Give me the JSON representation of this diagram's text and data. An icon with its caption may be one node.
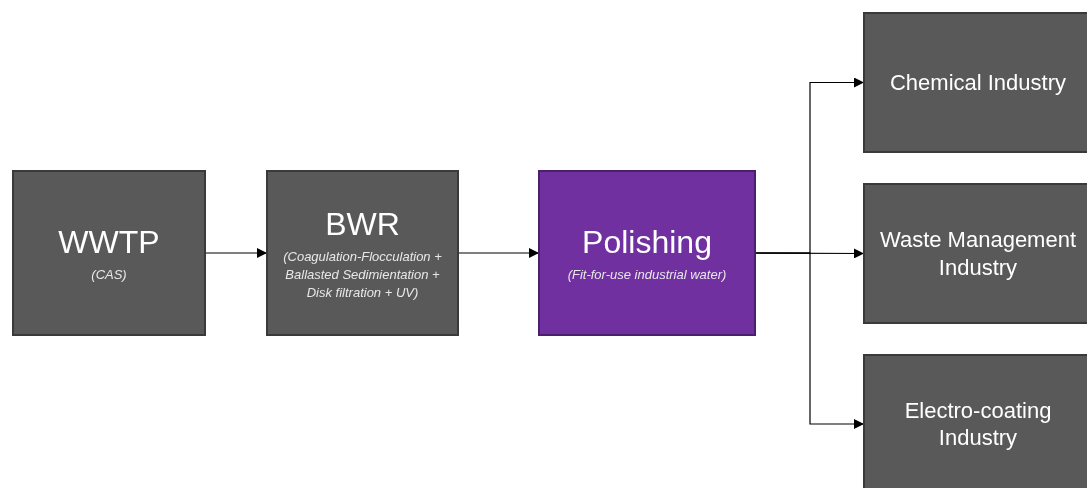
{
  "diagram": {
    "nodes": [
      {
        "text": [
          "WWTP",
          "(CAS)"
        ]
      },
      {
        "text": [
          "BWR",
          "(Coagulation-Flocculation + Ballasted Sedimientation + Disk filtration + UV)"
        ]
      },
      {
        "text": [
          "Polishing",
          "(Fit-for-use industrial water)"
        ]
      },
      {
        "text": [
          "Chemical Industry"
        ]
      },
      {
        "text": [
          "Waste Management Industry"
        ]
      },
      {
        "text": [
          "Electro-coating Industry"
        ]
      }
    ],
    "edges": [
      {
        "from": 0,
        "to": 1,
        "arrow": "to"
      },
      {
        "from": 1,
        "to": 2,
        "arrow": "to"
      },
      {
        "from": 2,
        "to": 3,
        "arrow": "to"
      },
      {
        "from": 2,
        "to": 4,
        "arrow": "to"
      },
      {
        "from": 2,
        "to": 5,
        "arrow": "to"
      }
    ]
  }
}
